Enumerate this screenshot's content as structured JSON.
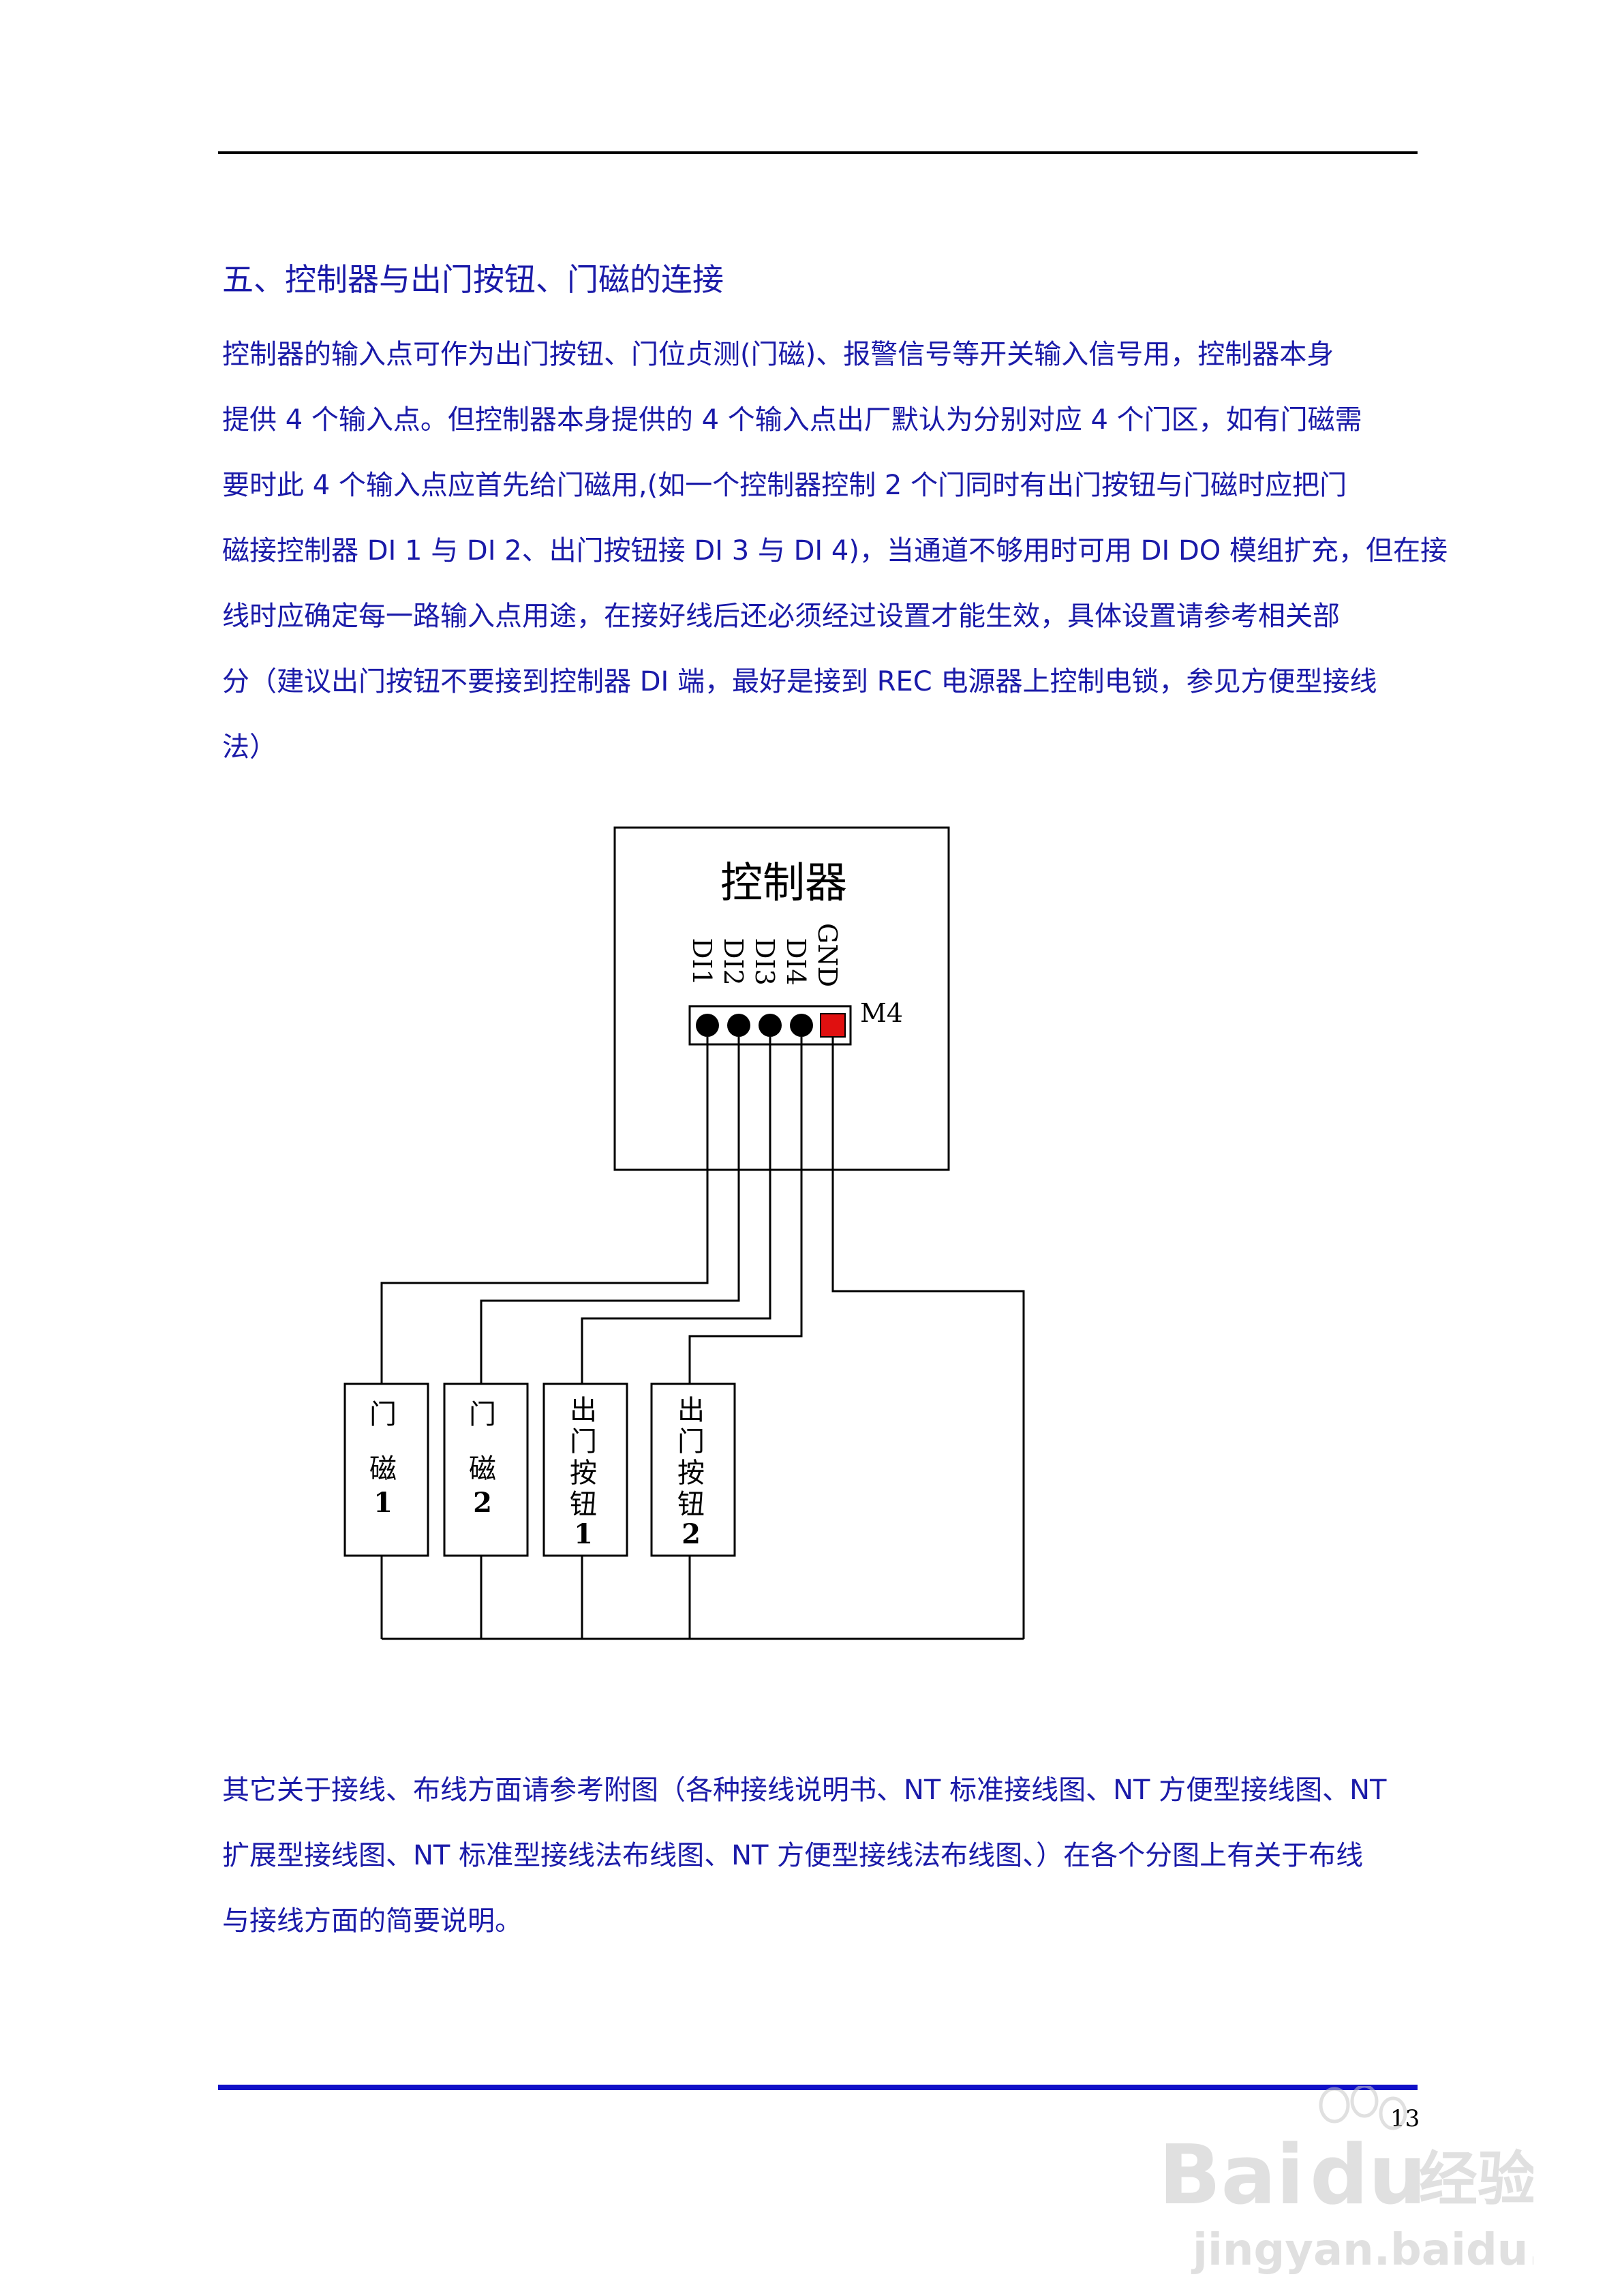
{
  "document": {
    "heading": "五、控制器与出门按钮、门磁的连接",
    "para1_lines": [
      "控制器的输入点可作为出门按钮、门位贞测(门磁)、报警信号等开关输入信号用，控制器本身",
      "提供 4 个输入点。但控制器本身提供的 4 个输入点出厂默认为分别对应 4 个门区，如有门磁需",
      "要时此 4 个输入点应首先给门磁用,(如一个控制器控制 2 个门同时有出门按钮与门磁时应把门",
      "磁接控制器 DI 1 与 DI 2、出门按钮接 DI 3 与 DI 4)，当通道不够用时可用 DI DO 模组扩充，但在接",
      "线时应确定每一路输入点用途，在接好线后还必须经过设置才能生效，具体设置请参考相关部",
      "分（建议出门按钮不要接到控制器 DI  端，最好是接到 REC 电源器上控制电锁，参见方便型接线",
      "法）"
    ],
    "para2_lines": [
      "其它关于接线、布线方面请参考附图（各种接线说明书、NT 标准接线图、NT 方便型接线图、NT",
      "扩展型接线图、NT 标准型接线法布线图、NT 方便型接线法布线图、）在各个分图上有关于布线",
      "与接线方面的简要说明。"
    ],
    "page_number": "13"
  },
  "diagram": {
    "controller_title": "控制器",
    "terminal_labels": [
      "DI1",
      "DI2",
      "DI3",
      "DI4",
      "GND"
    ],
    "terminal_block_label": "M4",
    "devices": [
      {
        "chars": [
          "门",
          "磁",
          "1"
        ]
      },
      {
        "chars": [
          "门",
          "磁",
          "2"
        ]
      },
      {
        "chars": [
          "出",
          "门",
          "按",
          "钮",
          "1"
        ]
      },
      {
        "chars": [
          "出",
          "门",
          "按",
          "钮",
          "2"
        ]
      }
    ],
    "colors": {
      "terminal_dot": "#000000",
      "gnd_terminal": "#e01010",
      "wire": "#000000"
    }
  },
  "watermark": {
    "brand": "Bai",
    "brand_du": "du",
    "brand_cn": "经验",
    "url": "jingyan.baidu.com"
  }
}
